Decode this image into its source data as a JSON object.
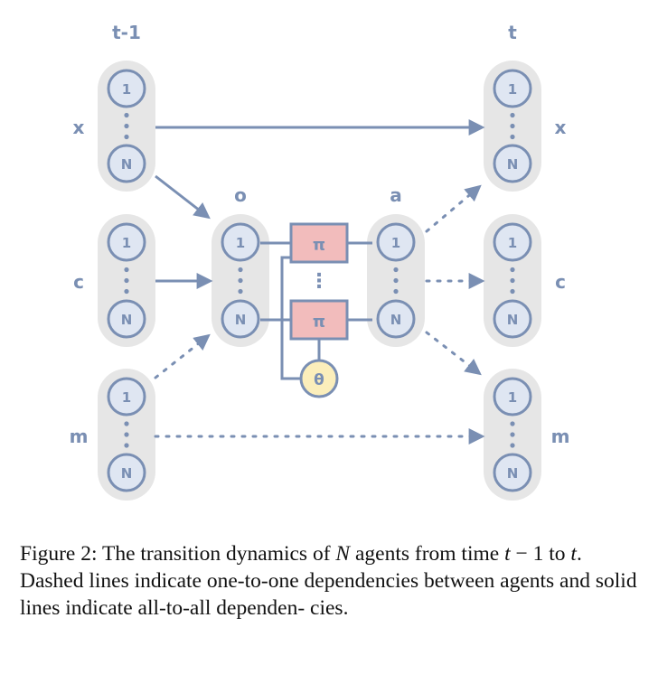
{
  "time_labels": {
    "prev": "t-1",
    "next": "t"
  },
  "row_labels": {
    "x": "x",
    "c": "c",
    "m": "m",
    "o": "o",
    "a": "a"
  },
  "node_labels": {
    "first": "1",
    "last": "N",
    "dots": "⋮"
  },
  "policy_label": "π",
  "param_label": "θ",
  "colors": {
    "node_stroke": "#7a8fb3",
    "node_fill": "#dfe6f2",
    "group_fill": "#e6e6e6",
    "policy_fill": "#f2bcbc",
    "policy_stroke": "#7a8fb3",
    "param_fill": "#fbeebb",
    "arrow": "#7a8fb3"
  },
  "caption": {
    "prefix": "Figure 2: The transition dynamics of ",
    "var_n": "N",
    "mid1": " agents from time ",
    "var_t1": "t",
    "mid2": " − 1 to ",
    "var_t2": "t",
    "rest": ". Dashed lines indicate one-to-one dependencies between agents and solid lines indicate all-to-all dependen- cies."
  }
}
